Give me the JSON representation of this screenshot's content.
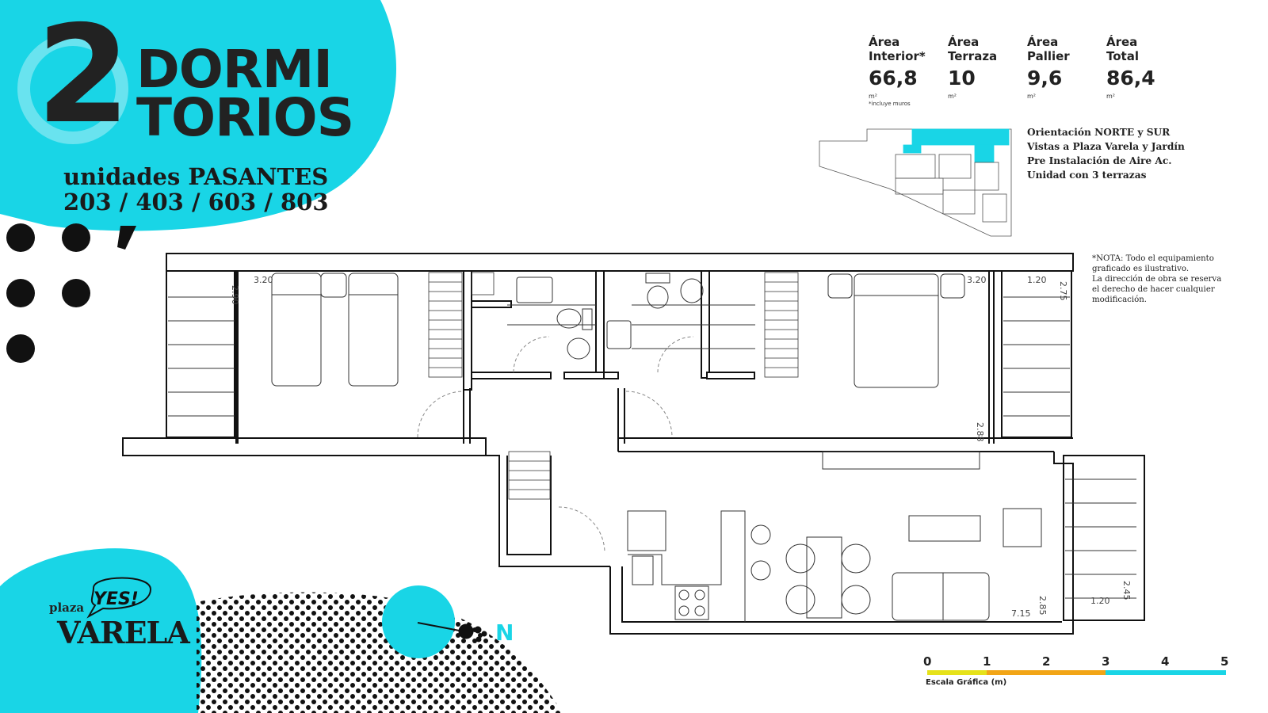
{
  "header": {
    "number": "2",
    "word_line1": "DORMI",
    "word_line2": "TORIOS",
    "units_line1": "unidades PASANTES",
    "units_line2": "203 / 403 / 603 / 803"
  },
  "areas": [
    {
      "label_line1": "Área",
      "label_line2": "Interior*",
      "value": "66,8",
      "unit": "m²",
      "note": "*incluye muros"
    },
    {
      "label_line1": "Área",
      "label_line2": "Terraza",
      "value": "10",
      "unit": "m²",
      "note": ""
    },
    {
      "label_line1": "Área",
      "label_line2": "Pallier",
      "value": "9,6",
      "unit": "m²",
      "note": ""
    },
    {
      "label_line1": "Área",
      "label_line2": "Total",
      "value": "86,4",
      "unit": "m²",
      "note": ""
    }
  ],
  "features": [
    "Orientación NORTE y SUR",
    "Vistas a Plaza Varela y Jardín",
    "Pre Instalación de Aire Ac.",
    "Unidad con 3 terrazas"
  ],
  "nota_lines": [
    "*NOTA: Todo el equipamiento",
    "graficado es ilustrativo.",
    "La dirección de obra se reserva",
    "el derecho de hacer cualquier",
    "modificación."
  ],
  "dimensions": {
    "d1": "3.20",
    "d2": "2.90",
    "d3": "3.20",
    "d4": "1.20",
    "d5": "2.75",
    "d6": "2.88",
    "d7": "7.15",
    "d8": "2.85",
    "d9": "1.20",
    "d10": "2.45"
  },
  "brand": {
    "plaza": "plaza",
    "yes": "YES!",
    "varela": "VARELA"
  },
  "compass": {
    "label": "N"
  },
  "scale": {
    "ticks": [
      "0",
      "1",
      "2",
      "3",
      "4",
      "5"
    ],
    "label": "Escala Gráfica (m)",
    "colors": [
      "#e6e21a",
      "#f2a516",
      "#19d5e6"
    ]
  },
  "colors": {
    "accent": "#19d5e6",
    "ink": "#1a1a1a"
  }
}
